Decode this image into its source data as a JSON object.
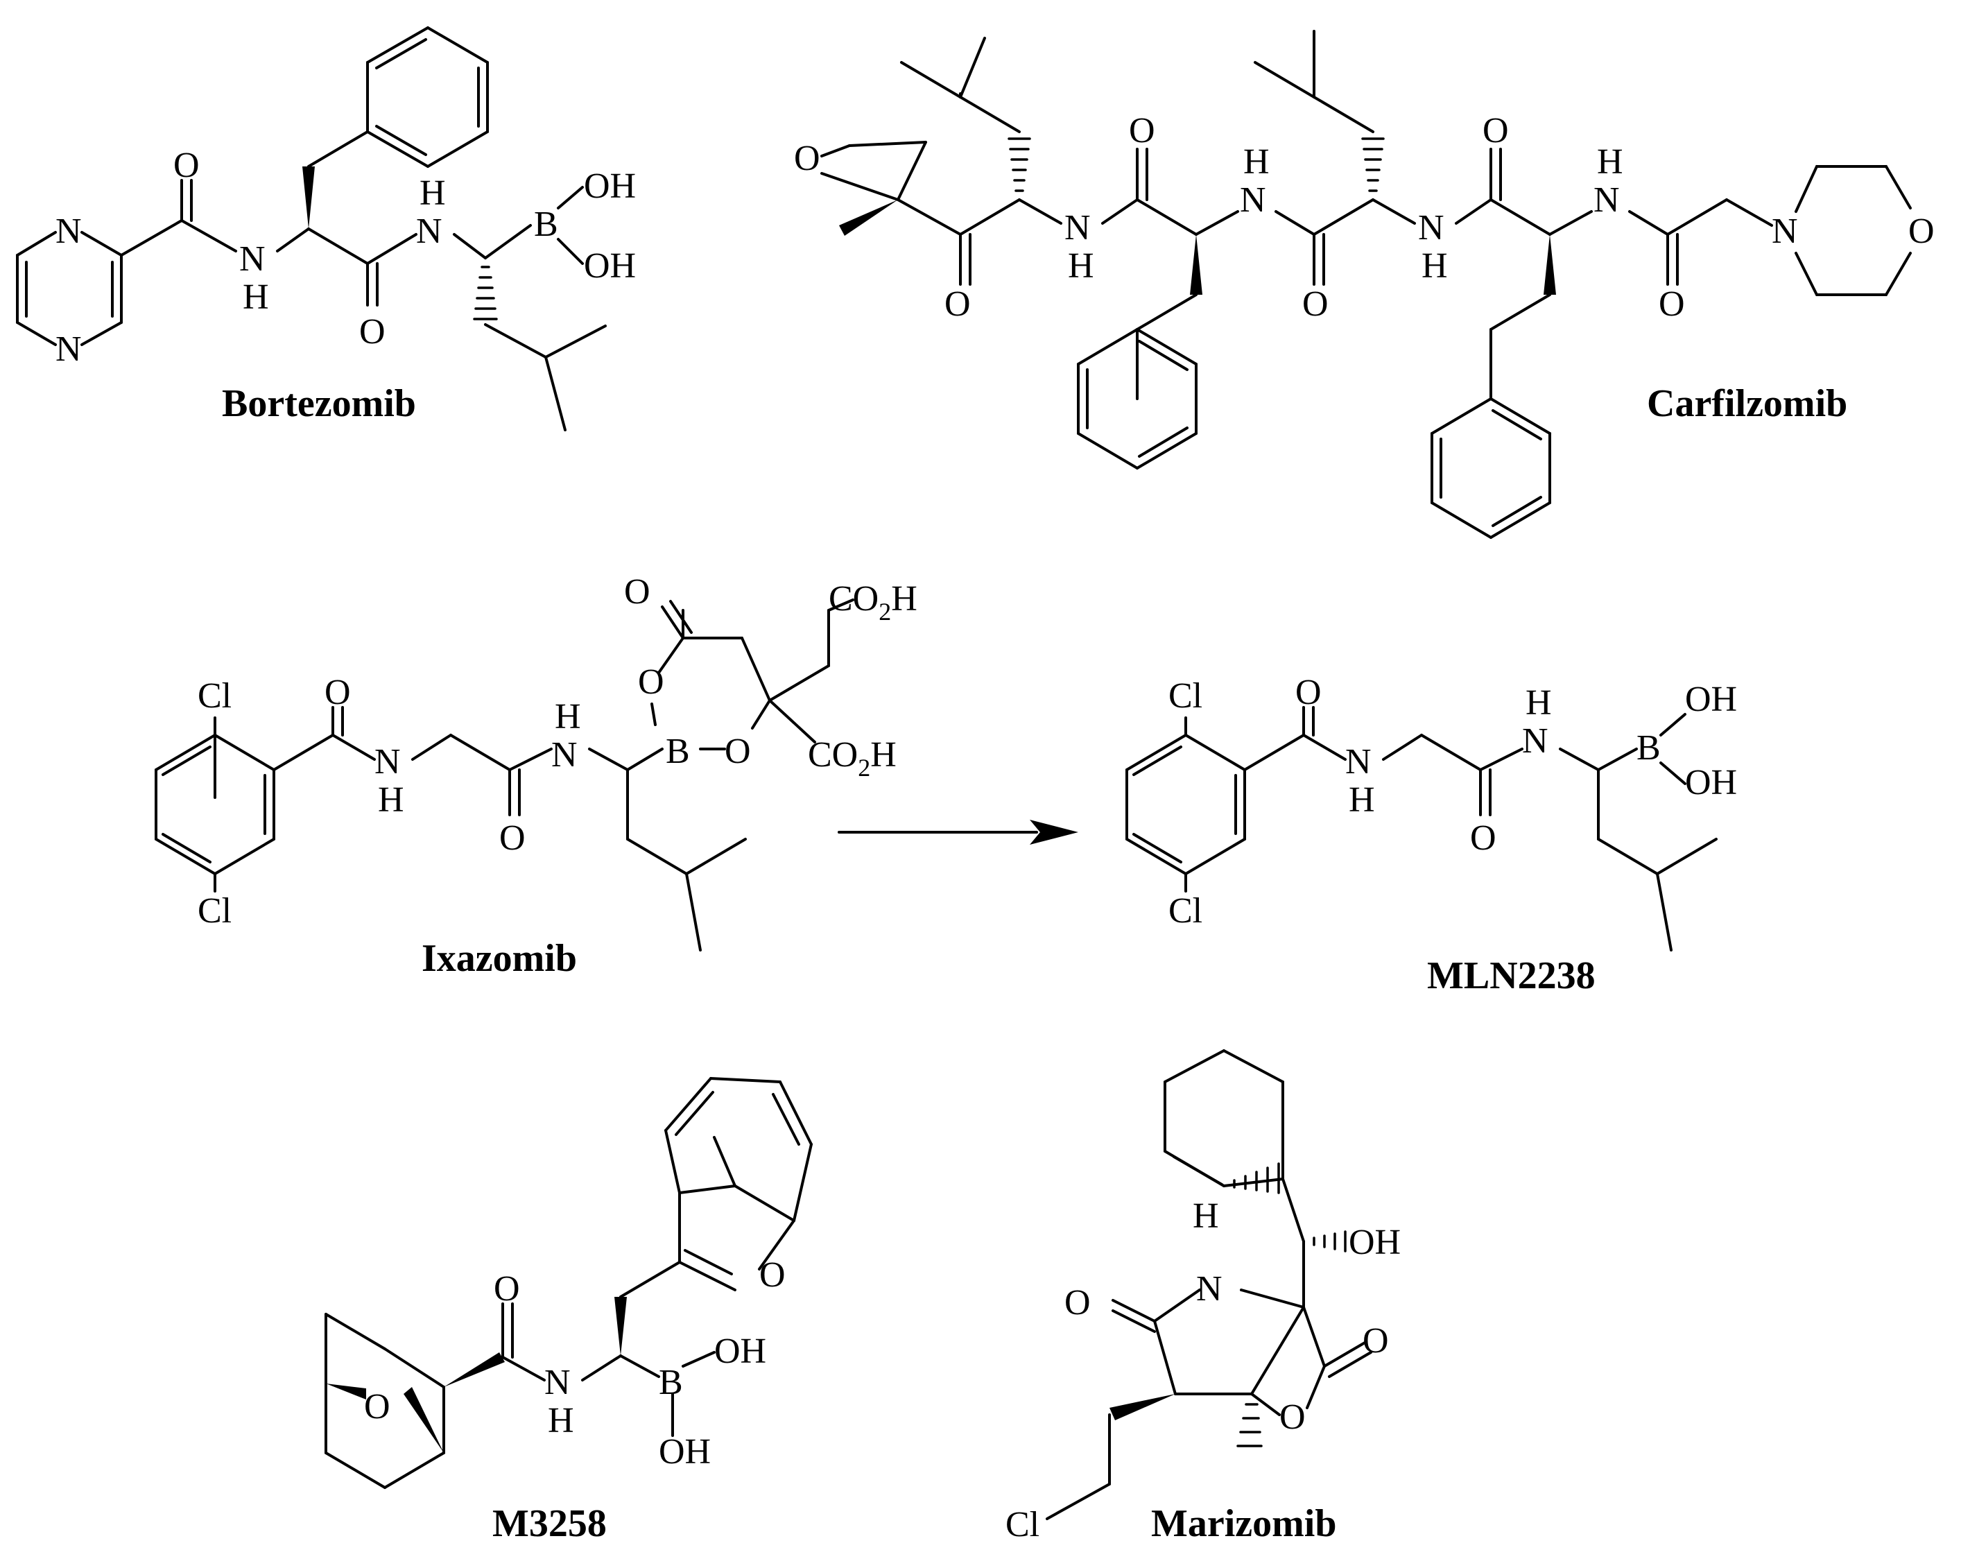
{
  "molecules": {
    "bortezomib": {
      "name": "Bortezomib",
      "atoms": {
        "n1": "N",
        "n2": "N",
        "o_amide1": "O",
        "nh1_n": "N",
        "nh1_h": "H",
        "o_amide2": "O",
        "nh2_h": "H",
        "nh2_n": "N",
        "b": "B",
        "oh1": "OH",
        "oh2": "OH"
      }
    },
    "carfilzomib": {
      "name": "Carfilzomib",
      "atoms": {
        "o_epox": "O",
        "o_ketone": "O",
        "nh1_n": "N",
        "nh1_h": "H",
        "o1": "O",
        "nh2_h": "H",
        "nh2_n": "N",
        "o2": "O",
        "nh3_n": "N",
        "nh3_h": "H",
        "o3": "O",
        "nh4_h": "H",
        "nh4_n": "N",
        "o4": "O",
        "n_morph": "N",
        "o_morph": "O"
      }
    },
    "ixazomib": {
      "name": "Ixazomib",
      "atoms": {
        "cl1": "Cl",
        "cl2": "Cl",
        "o1": "O",
        "nh1_n": "N",
        "nh1_h": "H",
        "o2": "O",
        "nh2_h": "H",
        "nh2_n": "N",
        "o_ring1": "O",
        "b": "B",
        "o_ring2": "O",
        "o_carbonyl": "O",
        "co2h_top": "CO",
        "co2h_top_sub": "2",
        "co2h_top_h": "H",
        "co2h_bot": "CO",
        "co2h_bot_sub": "2",
        "co2h_bot_h": "H"
      }
    },
    "mln2238": {
      "name": "MLN2238",
      "atoms": {
        "cl1": "Cl",
        "cl2": "Cl",
        "o1": "O",
        "nh1_n": "N",
        "nh1_h": "H",
        "o2": "O",
        "nh2_h": "H",
        "nh2_n": "N",
        "b": "B",
        "oh1": "OH",
        "oh2": "OH"
      }
    },
    "m3258": {
      "name": "M3258",
      "atoms": {
        "o_bridge": "O",
        "o_amide": "O",
        "nh_n": "N",
        "nh_h": "H",
        "b": "B",
        "oh1": "OH",
        "oh2": "OH",
        "o_furan": "O"
      }
    },
    "marizomib": {
      "name": "Marizomib",
      "atoms": {
        "nh_h": "H",
        "nh_n": "N",
        "o_lactam": "O",
        "oh": "OH",
        "o_lactone_c": "O",
        "o_lactone_r": "O",
        "cl": "Cl"
      }
    }
  }
}
